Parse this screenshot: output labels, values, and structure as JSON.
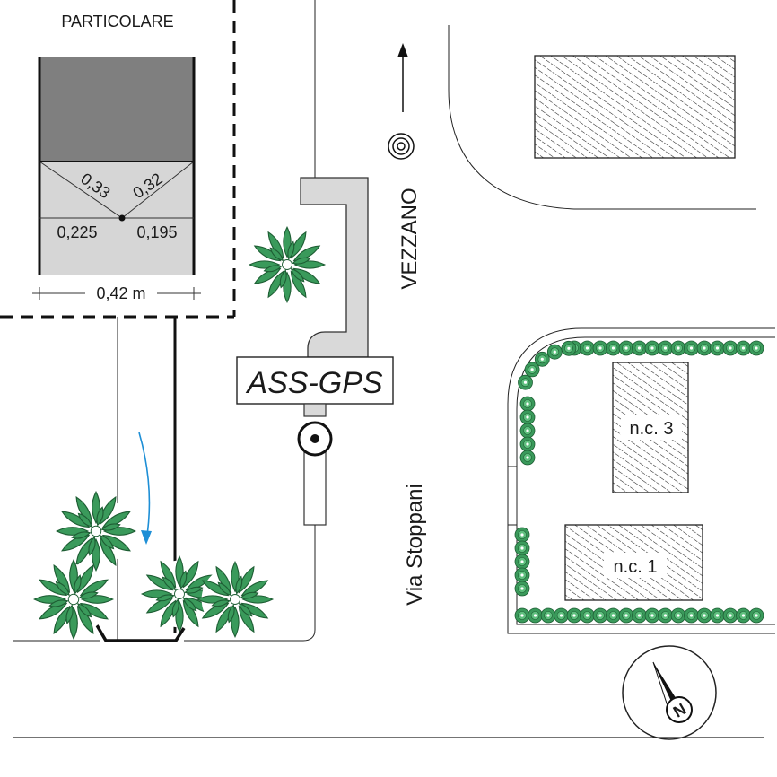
{
  "detail": {
    "title": "PARTICOLARE",
    "diag_left": "0,33",
    "diag_right": "0,32",
    "seg_left": "0,225",
    "seg_right": "0,195",
    "width_label": "0,42 m"
  },
  "instrument": {
    "label": "ASS-GPS"
  },
  "roads": {
    "north_road": "VEZZANO",
    "street": "Via Stoppani"
  },
  "buildings": {
    "b3": "n.c. 3",
    "b1": "n.c. 1"
  },
  "colors": {
    "shrub_green": "#3a9a5b",
    "shrub_dark": "#1e5e34",
    "flow_arrow": "#1e8fd6",
    "pipe_grey": "#d9d9d9",
    "upper_grey": "#7f7f7f",
    "lower_grey": "#d6d6d6"
  },
  "icons": [
    "arrow-north-icon",
    "concentric-target-icon",
    "compass-rose-icon",
    "shrub-icon",
    "flow-arrow-icon",
    "measure-point-icon"
  ]
}
